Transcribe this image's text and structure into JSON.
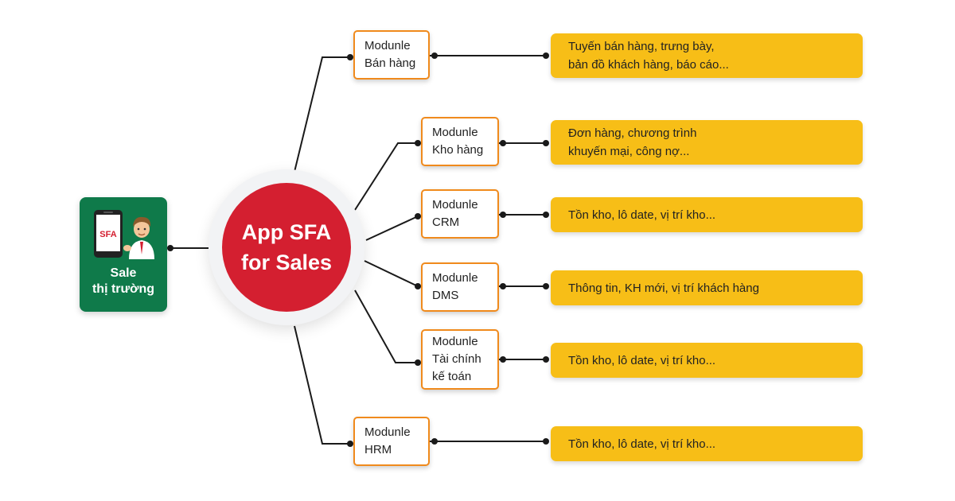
{
  "colors": {
    "persona_bg": "#0f7a4a",
    "hub": "#d41f30",
    "module_border": "#f08a1c",
    "desc_bg": "#f7be17",
    "connector": "#1a1a1a"
  },
  "persona": {
    "phone_label": "SFA",
    "label": "Sale\nthị trường"
  },
  "hub": {
    "title": "App SFA\nfor Sales"
  },
  "modules": [
    {
      "label": "Modunle\nBán hàng",
      "description": "Tuyến bán hàng, trưng bày,\nbản đồ khách hàng, báo cáo..."
    },
    {
      "label": "Modunle\nKho hàng",
      "description": "Đơn hàng, chương trình\nkhuyến mại, công nợ..."
    },
    {
      "label": "Modunle\nCRM",
      "description": "Tồn kho, lô date, vị trí kho..."
    },
    {
      "label": "Modunle\nDMS",
      "description": "Thông tin, KH mới, vị trí khách hàng"
    },
    {
      "label": "Modunle\nTài chính\nkế toán",
      "description": "Tồn kho, lô date, vị trí kho..."
    },
    {
      "label": "Modunle\nHRM",
      "description": "Tồn kho, lô date, vị trí kho..."
    }
  ]
}
